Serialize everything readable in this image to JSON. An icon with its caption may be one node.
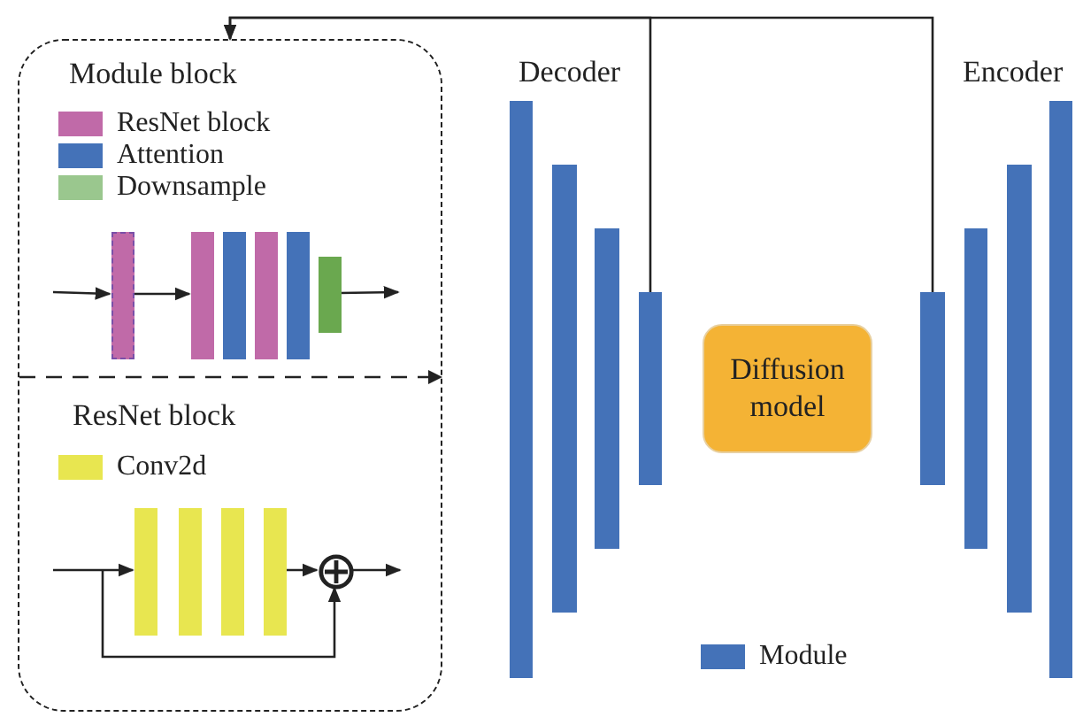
{
  "diagram": {
    "nodes": [
      {
        "text": [],
        "shape": "box"
      },
      {
        "text": [
          "Module block"
        ],
        "in": 0
      },
      {
        "text": [],
        "shape": "bar",
        "in": 1
      },
      {
        "text": [],
        "shape": "bar",
        "in": 1
      },
      {
        "text": [],
        "shape": "bar",
        "in": 1
      },
      {
        "text": [],
        "shape": "bar",
        "in": 1
      },
      {
        "text": [],
        "shape": "bar",
        "in": 1
      },
      {
        "text": [],
        "shape": "bar",
        "in": 1
      },
      {
        "text": [
          "ResNet block"
        ],
        "in": 0
      },
      {
        "text": [],
        "shape": "bar",
        "in": 8
      },
      {
        "text": [],
        "shape": "bar",
        "in": 8
      },
      {
        "text": [],
        "shape": "bar",
        "in": 8
      },
      {
        "text": [],
        "shape": "bar",
        "in": 8
      },
      {
        "text": [],
        "shape": "circle",
        "in": 8
      },
      {
        "text": [],
        "shape": "bar"
      },
      {
        "text": [],
        "shape": "bar"
      },
      {
        "text": [],
        "shape": "bar"
      },
      {
        "text": [],
        "shape": "bar"
      },
      {
        "text": [
          "Diffusion model"
        ]
      },
      {
        "text": [],
        "shape": "bar"
      },
      {
        "text": [],
        "shape": "bar"
      },
      {
        "text": [],
        "shape": "bar"
      },
      {
        "text": [],
        "shape": "bar"
      }
    ],
    "edges": [
      {
        "from": null,
        "to": 2,
        "arrow": "to"
      },
      {
        "from": 2,
        "to": 3,
        "arrow": "to"
      },
      {
        "from": 7,
        "to": null,
        "arrow": "to"
      },
      {
        "from": null,
        "to": 9,
        "arrow": "to"
      },
      {
        "from": 12,
        "to": 13,
        "arrow": "to"
      },
      {
        "from": 13,
        "to": null,
        "arrow": "to"
      },
      {
        "from": null,
        "to": 13,
        "arrow": "to"
      },
      {
        "from": 17,
        "to": 0,
        "arrow": "to"
      },
      {
        "from": 19,
        "to": 0,
        "arrow": "to"
      }
    ],
    "labels": [
      "Decoder",
      "Encoder"
    ],
    "legend": [
      {
        "text": "ResNet block",
        "color": "#c06aa8"
      },
      {
        "text": "Attention",
        "color": "#4472b8"
      },
      {
        "text": "Downsample",
        "color": "#9ac78e"
      },
      {
        "text": "Conv2d",
        "color": "#e8e650"
      },
      {
        "text": "Module",
        "color": "#4472b8"
      }
    ]
  }
}
